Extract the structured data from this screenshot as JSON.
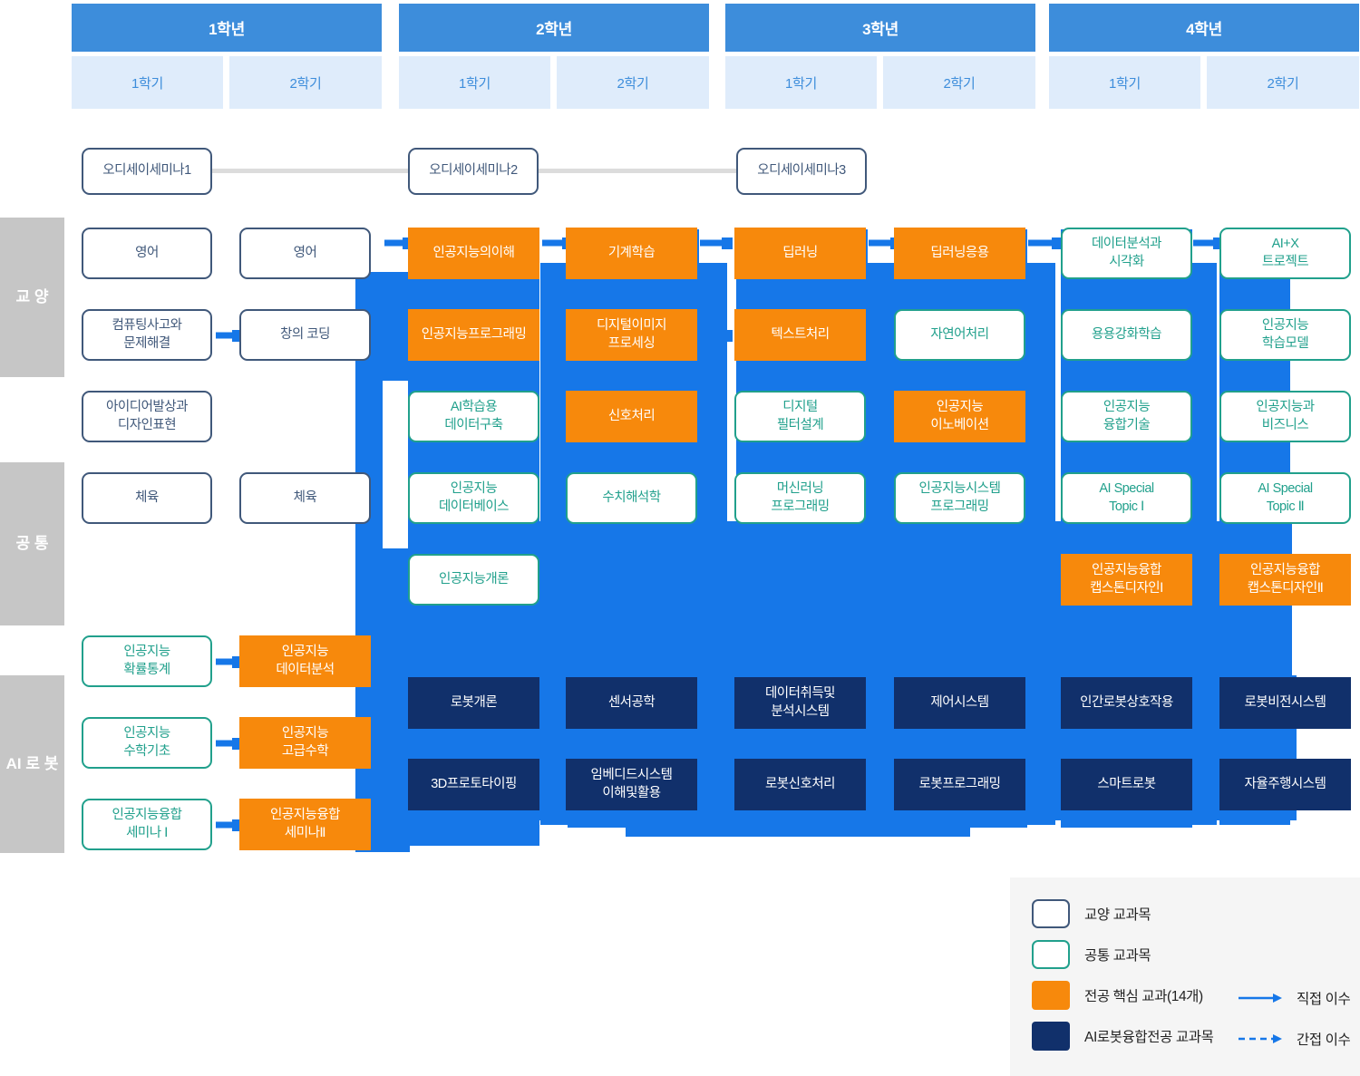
{
  "header": {
    "years": [
      {
        "label": "1학년",
        "semesters": [
          "1학기",
          "2학기"
        ]
      },
      {
        "label": "2학년",
        "semesters": [
          "1학기",
          "2학기"
        ]
      },
      {
        "label": "3학년",
        "semesters": [
          "1학기",
          "2학기"
        ]
      },
      {
        "label": "4학년",
        "semesters": [
          "1학기",
          "2학기"
        ]
      }
    ]
  },
  "tracks": [
    {
      "label": "교\n양"
    },
    {
      "label": "공\n통"
    },
    {
      "label": "AI\n로\n봇"
    }
  ],
  "seminars": [
    {
      "label": "오디세이세미나1"
    },
    {
      "label": "오디세이세미나2"
    },
    {
      "label": "오디세이세미나3"
    }
  ],
  "courses": {
    "y1s1": [
      {
        "label": "영어",
        "type": "gyoyang"
      },
      {
        "label": "컴퓨팅사고와\n문제해결",
        "type": "gyoyang"
      },
      {
        "label": "아이디어발상과\n디자인표현",
        "type": "gyoyang"
      },
      {
        "label": "체육",
        "type": "gyoyang"
      },
      {
        "label": "인공지능\n확률통계",
        "type": "gongtong"
      },
      {
        "label": "인공지능\n수학기초",
        "type": "gongtong"
      },
      {
        "label": "인공지능융합\n세미나 Ⅰ",
        "type": "gongtong"
      }
    ],
    "y1s2": [
      {
        "label": "영어",
        "type": "gyoyang"
      },
      {
        "label": "창의 코딩",
        "type": "gyoyang"
      },
      {
        "label": "체육",
        "type": "gyoyang"
      },
      {
        "label": "인공지능\n데이터분석",
        "type": "core"
      },
      {
        "label": "인공지능\n고급수학",
        "type": "core"
      },
      {
        "label": "인공지능융합\n세미나Ⅱ",
        "type": "core"
      }
    ],
    "y2s1": [
      {
        "label": "인공지능의이해",
        "type": "core"
      },
      {
        "label": "인공지능프로그래밍",
        "type": "core"
      },
      {
        "label": "AI학습용\n데이터구축",
        "type": "gongtong"
      },
      {
        "label": "인공지능\n데이터베이스",
        "type": "gongtong"
      },
      {
        "label": "인공지능개론",
        "type": "gongtong"
      },
      {
        "label": "로봇개론",
        "type": "airobot"
      },
      {
        "label": "3D프로토타이핑",
        "type": "airobot"
      }
    ],
    "y2s2": [
      {
        "label": "기계학습",
        "type": "core"
      },
      {
        "label": "디지털이미지\n프로세싱",
        "type": "core"
      },
      {
        "label": "신호처리",
        "type": "core"
      },
      {
        "label": "수치해석학",
        "type": "gongtong"
      },
      {
        "label": "센서공학",
        "type": "airobot"
      },
      {
        "label": "임베디드시스템\n이해및활용",
        "type": "airobot"
      }
    ],
    "y3s1": [
      {
        "label": "딥러닝",
        "type": "core"
      },
      {
        "label": "텍스트처리",
        "type": "core"
      },
      {
        "label": "디지털\n필터설계",
        "type": "gongtong"
      },
      {
        "label": "머신러닝\n프로그래밍",
        "type": "gongtong"
      },
      {
        "label": "데이터취득및\n분석시스템",
        "type": "airobot"
      },
      {
        "label": "로봇신호처리",
        "type": "airobot"
      }
    ],
    "y3s2": [
      {
        "label": "딥러닝응용",
        "type": "core"
      },
      {
        "label": "자연어처리",
        "type": "gongtong"
      },
      {
        "label": "인공지능\n이노베이션",
        "type": "core"
      },
      {
        "label": "인공지능시스템\n프로그래밍",
        "type": "gongtong"
      },
      {
        "label": "제어시스템",
        "type": "airobot"
      },
      {
        "label": "로봇프로그래밍",
        "type": "airobot"
      }
    ],
    "y4s1": [
      {
        "label": "데이터분석과\n시각화",
        "type": "gongtong"
      },
      {
        "label": "용용강화학습",
        "type": "gongtong"
      },
      {
        "label": "인공지능\n융합기술",
        "type": "gongtong"
      },
      {
        "label": "AI Special\nTopic Ⅰ",
        "type": "gongtong"
      },
      {
        "label": "인공지능융합\n캡스톤디자인Ⅰ",
        "type": "core"
      },
      {
        "label": "인간로봇상호작용",
        "type": "airobot"
      },
      {
        "label": "스마트로봇",
        "type": "airobot"
      }
    ],
    "y4s2": [
      {
        "label": "AI+X\n트로젝트",
        "type": "gongtong"
      },
      {
        "label": "인공지능\n학습모델",
        "type": "gongtong"
      },
      {
        "label": "인공지능과\n비즈니스",
        "type": "gongtong"
      },
      {
        "label": "AI Special\nTopic Ⅱ",
        "type": "gongtong"
      },
      {
        "label": "인공지능융합\n캡스톤디자인Ⅱ",
        "type": "core"
      },
      {
        "label": "로봇비전시스템",
        "type": "airobot"
      },
      {
        "label": "자율주행시스템",
        "type": "airobot"
      }
    ]
  },
  "legend": {
    "items": [
      {
        "label": "교양 교과목",
        "swatch": "gyoyang"
      },
      {
        "label": "공통 교과목",
        "swatch": "gongtong"
      },
      {
        "label": "전공 핵심 교과(14개)",
        "swatch": "core"
      },
      {
        "label": "AI로봇융합전공 교과목",
        "swatch": "airobot"
      }
    ],
    "arrows": [
      {
        "label": "직접 이수",
        "style": "solid"
      },
      {
        "label": "간접 이수",
        "style": "dashed"
      }
    ]
  },
  "colors": {
    "year_header": "#3d8ddb",
    "semester_header": "#dfeecb",
    "wire": "#1677e8",
    "core": "#f7890c",
    "airobot": "#11306b",
    "gongtong_border": "#21a08c",
    "gyoyang_border": "#40587a",
    "track_bg": "#c6c6c6"
  }
}
